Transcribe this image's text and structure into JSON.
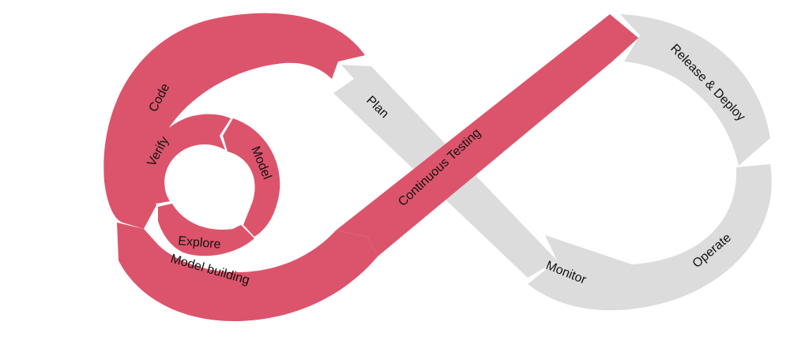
{
  "colors": {
    "pink": "#dc546b",
    "gray": "#dcdcdc",
    "background": "#ffffff",
    "text": "#111111"
  },
  "labels": {
    "code": "Code",
    "verify": "Verify",
    "model": "Model",
    "explore": "Explore",
    "model_building": "Model building",
    "continuous_testing": "Continuous Testing",
    "plan": "Plan",
    "release_deploy": "Release & Deploy",
    "operate": "Operate",
    "monitor": "Monitor"
  }
}
